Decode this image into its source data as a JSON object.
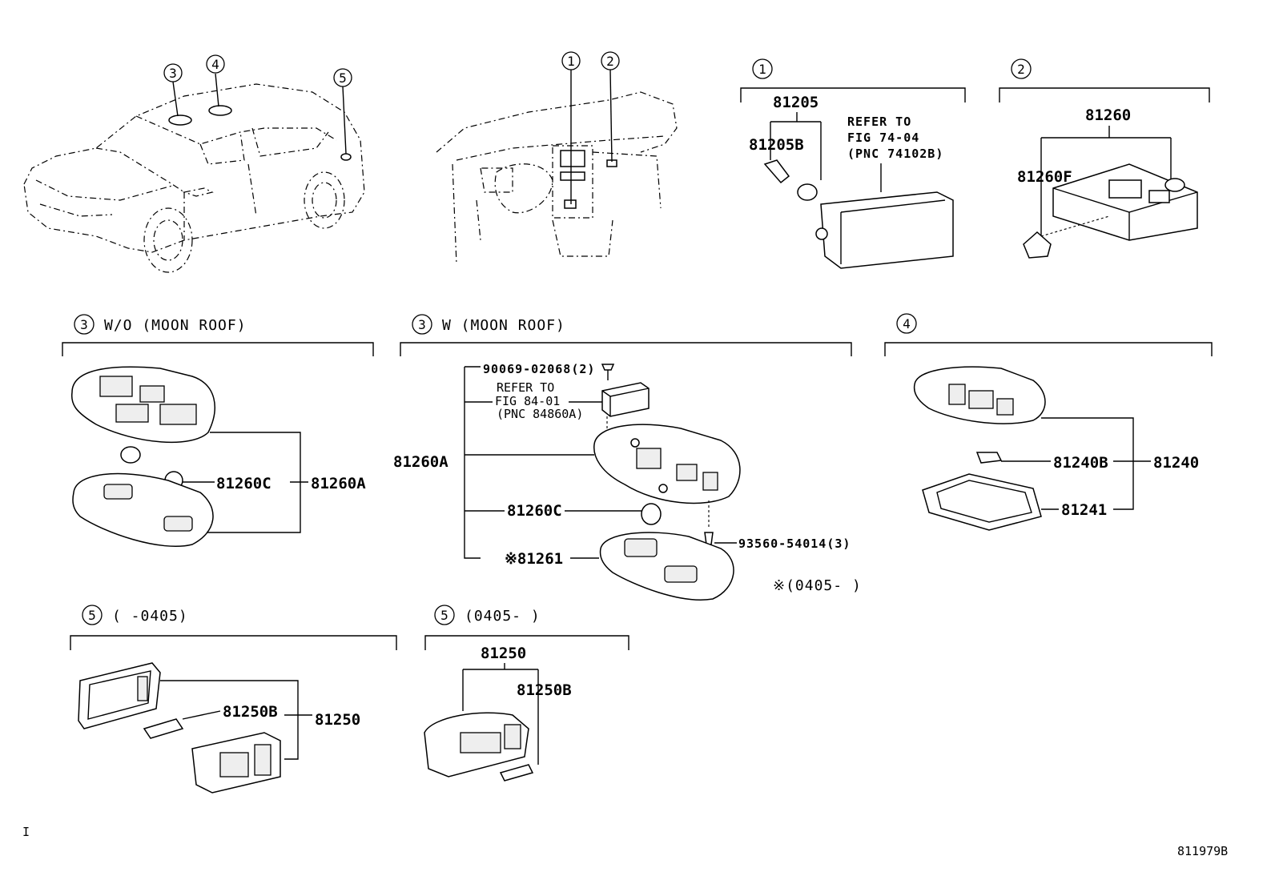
{
  "overview": {
    "car_callouts": [
      "3",
      "4",
      "5"
    ],
    "dash_callouts": [
      "1",
      "2"
    ]
  },
  "detail_1": {
    "callout": "1",
    "part_main": "81205",
    "part_bulb": "81205B",
    "refer_lines": [
      "REFER TO",
      "FIG 74-04",
      "(PNC 74102B)"
    ]
  },
  "detail_2": {
    "callout": "2",
    "part_main": "81260",
    "part_bulb": "81260F"
  },
  "detail_3a": {
    "callout": "3",
    "heading": "W/O (MOON ROOF)",
    "part_bulb": "81260C",
    "part_main": "81260A"
  },
  "detail_3b": {
    "callout": "3",
    "heading": "W (MOON ROOF)",
    "screw_top": "90069-02068(2)",
    "refer_lines": [
      "REFER TO",
      "FIG 84-01",
      "(PNC 84860A)"
    ],
    "part_main": "81260A",
    "part_bulb": "81260C",
    "part_lens": "※81261",
    "screw_bottom": "93560-54014(3)",
    "note": "※(0405-      )"
  },
  "detail_4": {
    "callout": "4",
    "part_bulb": "81240B",
    "part_main": "81240",
    "part_lens": "81241"
  },
  "detail_5a": {
    "callout": "5",
    "heading": "(      -0405)",
    "part_bulb": "81250B",
    "part_main": "81250"
  },
  "detail_5b": {
    "callout": "5",
    "heading": "(0405-      )",
    "part_main": "81250",
    "part_bulb": "81250B"
  },
  "footer": {
    "left_mark": "I",
    "figure_id": "811979B"
  }
}
